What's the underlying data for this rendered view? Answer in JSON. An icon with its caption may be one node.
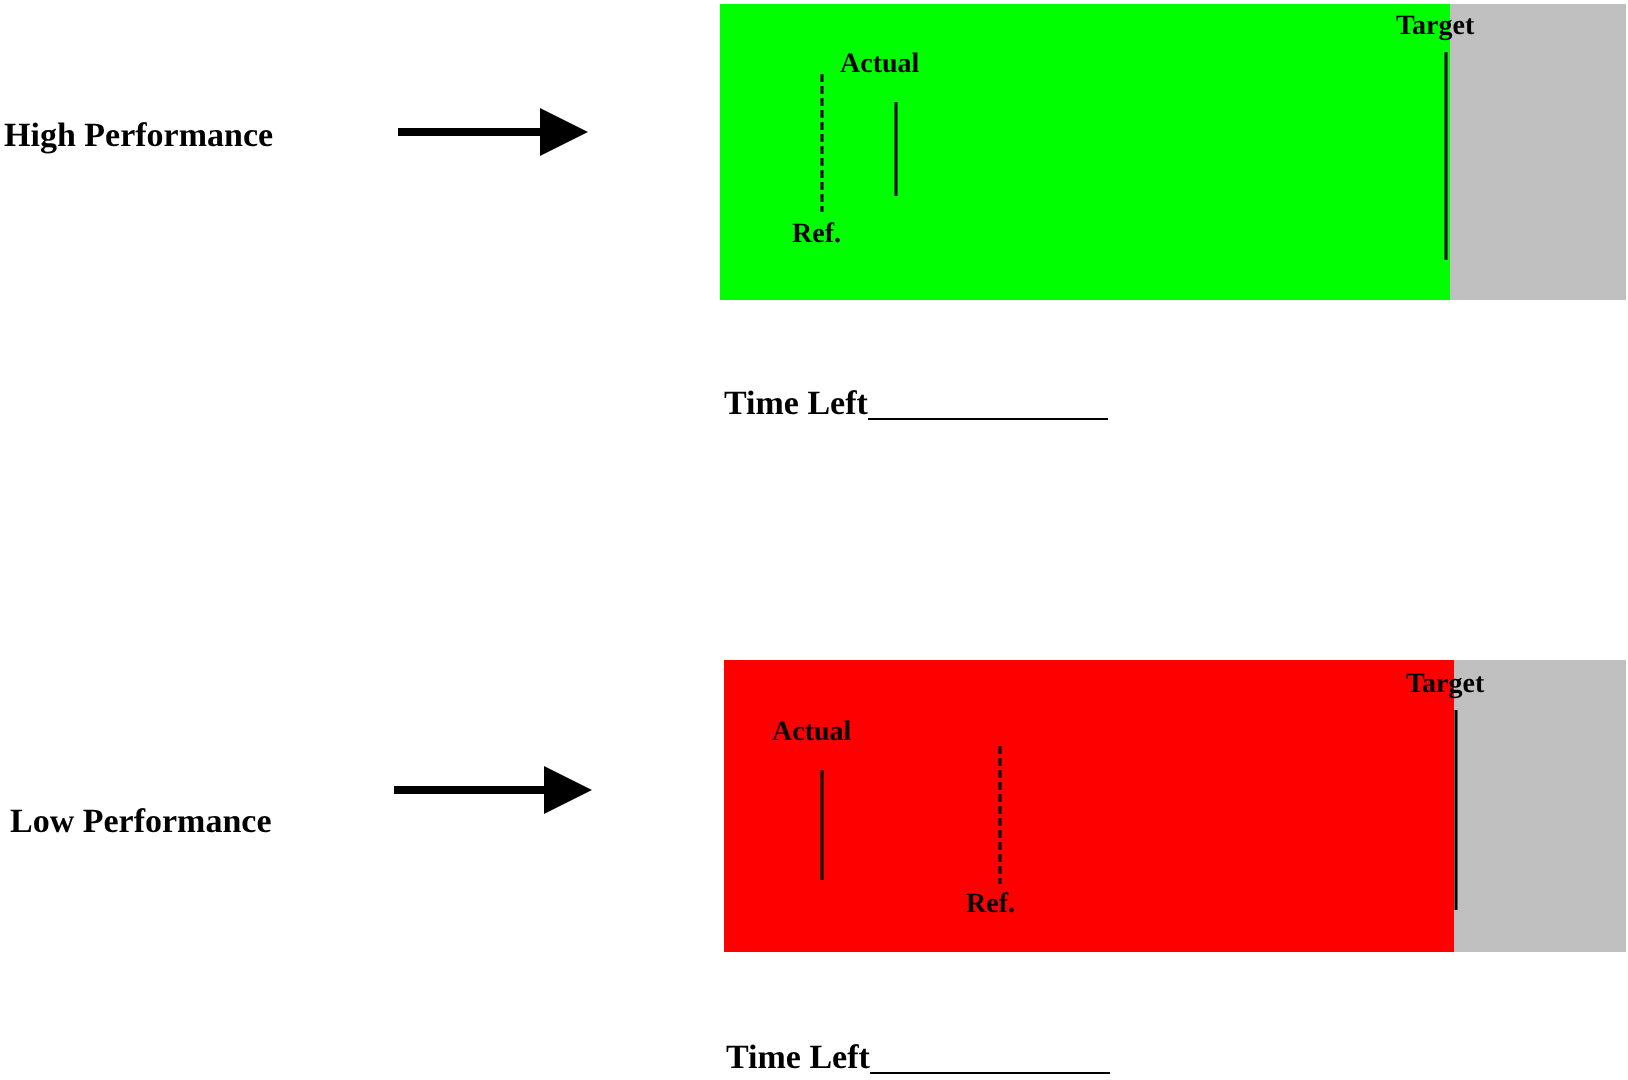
{
  "diagram": {
    "nodes": [
      {
        "text": [
          "High Performance"
        ]
      },
      {
        "text": [],
        "shape": "bar"
      },
      {
        "text": [
          "Low Performance"
        ]
      },
      {
        "text": [],
        "shape": "bar"
      }
    ],
    "edges": [
      {
        "from": 0,
        "to": 1,
        "arrow": "to"
      },
      {
        "from": 2,
        "to": 3,
        "arrow": "to"
      }
    ],
    "labels": [
      "Target",
      "Actual",
      "Ref.",
      "Time Left",
      "Target",
      "Actual",
      "Ref.",
      "Time Left"
    ]
  }
}
